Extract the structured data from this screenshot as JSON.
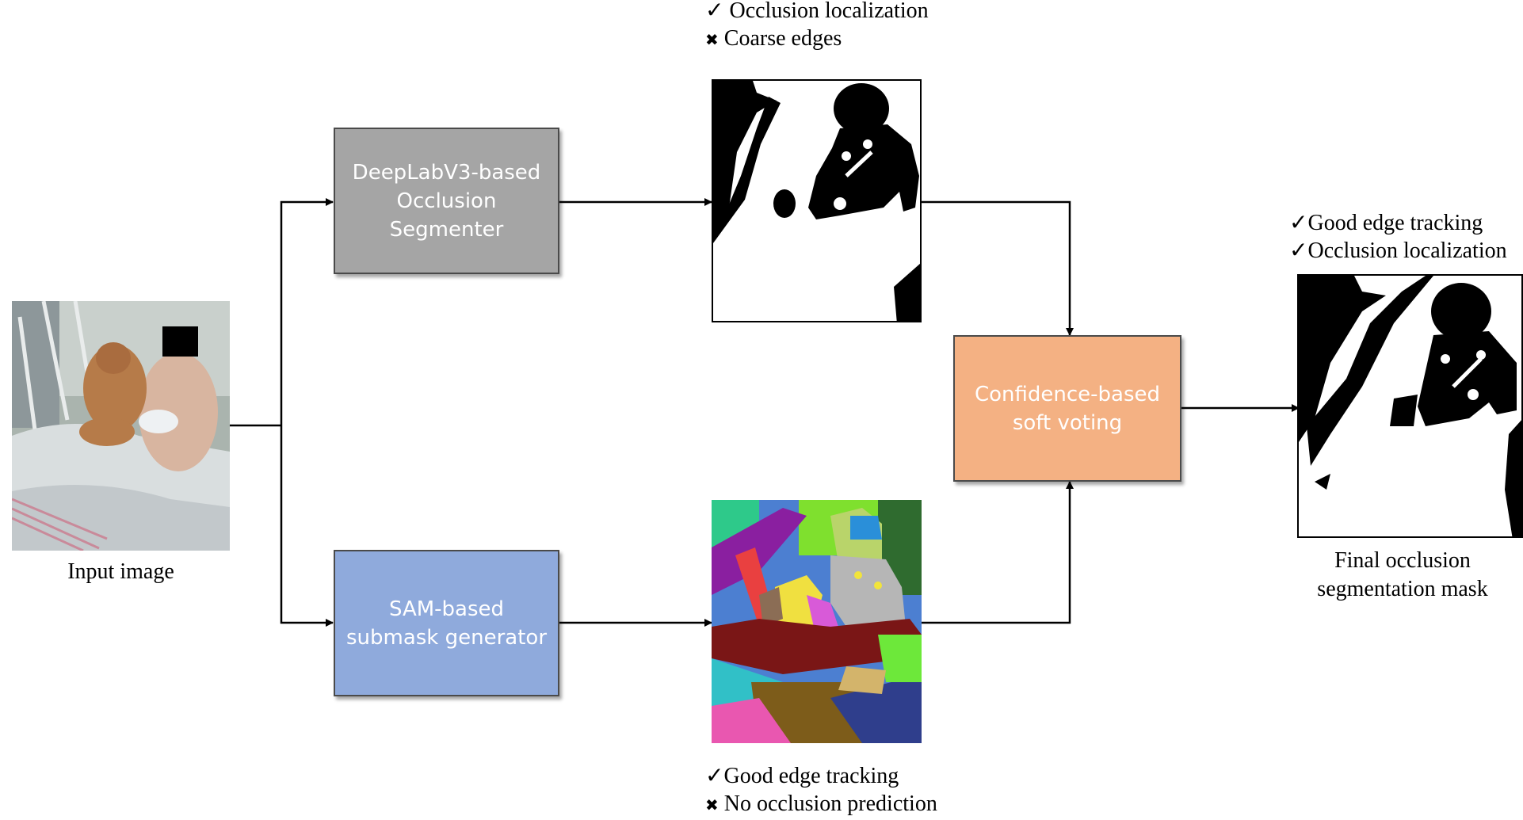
{
  "input": {
    "caption": "Input image"
  },
  "blocks": {
    "deeplab": {
      "label": "DeepLabV3-based\nOcclusion\nSegmenter",
      "color": "#a5a5a5"
    },
    "sam": {
      "label": "SAM-based\nsubmask generator",
      "color": "#8faadc"
    },
    "voting": {
      "label": "Confidence-based\nsoft voting",
      "color": "#f4b183"
    }
  },
  "notes": {
    "deeplab": [
      {
        "icon": "check-icon",
        "symbol": "✓",
        "text": "Occlusion localization"
      },
      {
        "icon": "cross-icon",
        "symbol": "✖",
        "text": "Coarse edges"
      }
    ],
    "sam": [
      {
        "icon": "check-icon",
        "symbol": "✓",
        "text": "Good edge tracking"
      },
      {
        "icon": "cross-icon",
        "symbol": "✖",
        "text": "No occlusion prediction"
      }
    ],
    "final": [
      {
        "icon": "check-icon",
        "symbol": "✓",
        "text": "Good edge tracking"
      },
      {
        "icon": "check-icon",
        "symbol": "✓",
        "text": "Occlusion localization"
      }
    ]
  },
  "output": {
    "caption": "Final occlusion\nsegmentation mask"
  }
}
